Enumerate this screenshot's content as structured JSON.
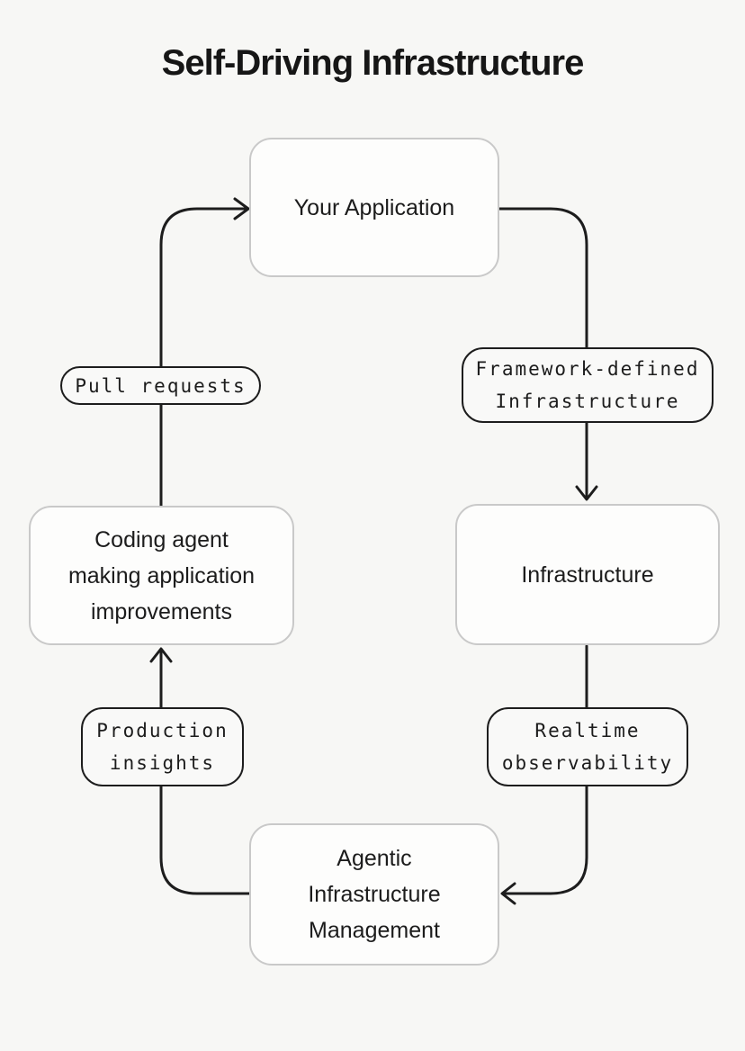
{
  "title": "Self-Driving Infrastructure",
  "diagram": {
    "type": "cyclic-flow",
    "nodes": {
      "your_app": {
        "label": "Your Application"
      },
      "infrastructure": {
        "label": "Infrastructure"
      },
      "agentic": {
        "label": "Agentic\nInfrastructure\nManagement"
      },
      "coding_agent": {
        "label": "Coding agent\nmaking application\nimprovements"
      }
    },
    "edge_labels": {
      "framework_defined": {
        "label": "Framework-defined\nInfrastructure"
      },
      "realtime_observability": {
        "label": "Realtime\nobservability"
      },
      "production_insights": {
        "label": "Production\ninsights"
      },
      "pull_requests": {
        "label": "Pull requests"
      }
    },
    "edges": [
      {
        "from": "your_app",
        "to": "infrastructure",
        "label": "Framework-defined Infrastructure"
      },
      {
        "from": "infrastructure",
        "to": "agentic",
        "label": "Realtime observability"
      },
      {
        "from": "agentic",
        "to": "coding_agent",
        "label": "Production insights"
      },
      {
        "from": "coding_agent",
        "to": "your_app",
        "label": "Pull requests"
      }
    ]
  },
  "colors": {
    "background": "#f7f7f5",
    "node_fill": "#fdfdfc",
    "node_border": "#c9c9c9",
    "pill_border": "#1d1d1d",
    "line": "#1d1d1d",
    "text": "#1c1c1c"
  }
}
